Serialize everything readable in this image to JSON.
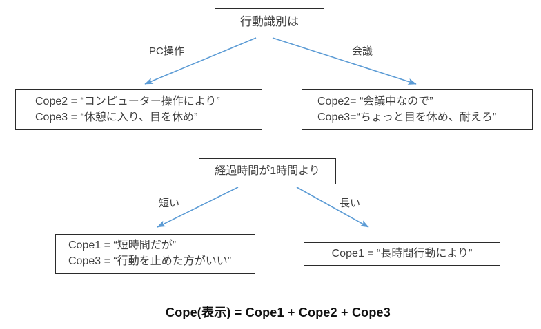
{
  "diagram": {
    "type": "decision-tree",
    "accent_color": "#5b9bd5",
    "box_border_color": "#2b2b2b",
    "text_color": "#3f3f3f",
    "background": "#ffffff",
    "root": {
      "text": "行動識別は"
    },
    "branches_level1": [
      {
        "label": "PC操作",
        "direction": "left"
      },
      {
        "label": "会議",
        "direction": "right"
      }
    ],
    "outcomes_level1": [
      {
        "lines": [
          "Cope2 = “コンピューター操作により”",
          "Cope3 = “休憩に入り、目を休め”"
        ]
      },
      {
        "lines": [
          "Cope2= “会議中なので”",
          "Cope3=“ちょっと目を休め、耐えろ”"
        ]
      }
    ],
    "second_root": {
      "text": "経過時間が1時間より"
    },
    "branches_level2": [
      {
        "label": "短い",
        "direction": "left"
      },
      {
        "label": "長い",
        "direction": "right"
      }
    ],
    "outcomes_level2": [
      {
        "lines": [
          "Cope1 = “短時間だが”",
          "Cope3 = “行動を止めた方がいい”"
        ]
      },
      {
        "lines": [
          "Cope1 = “長時間行動により”"
        ]
      }
    ],
    "formula": "Cope(表示) = Cope1 + Cope2 + Cope3"
  }
}
